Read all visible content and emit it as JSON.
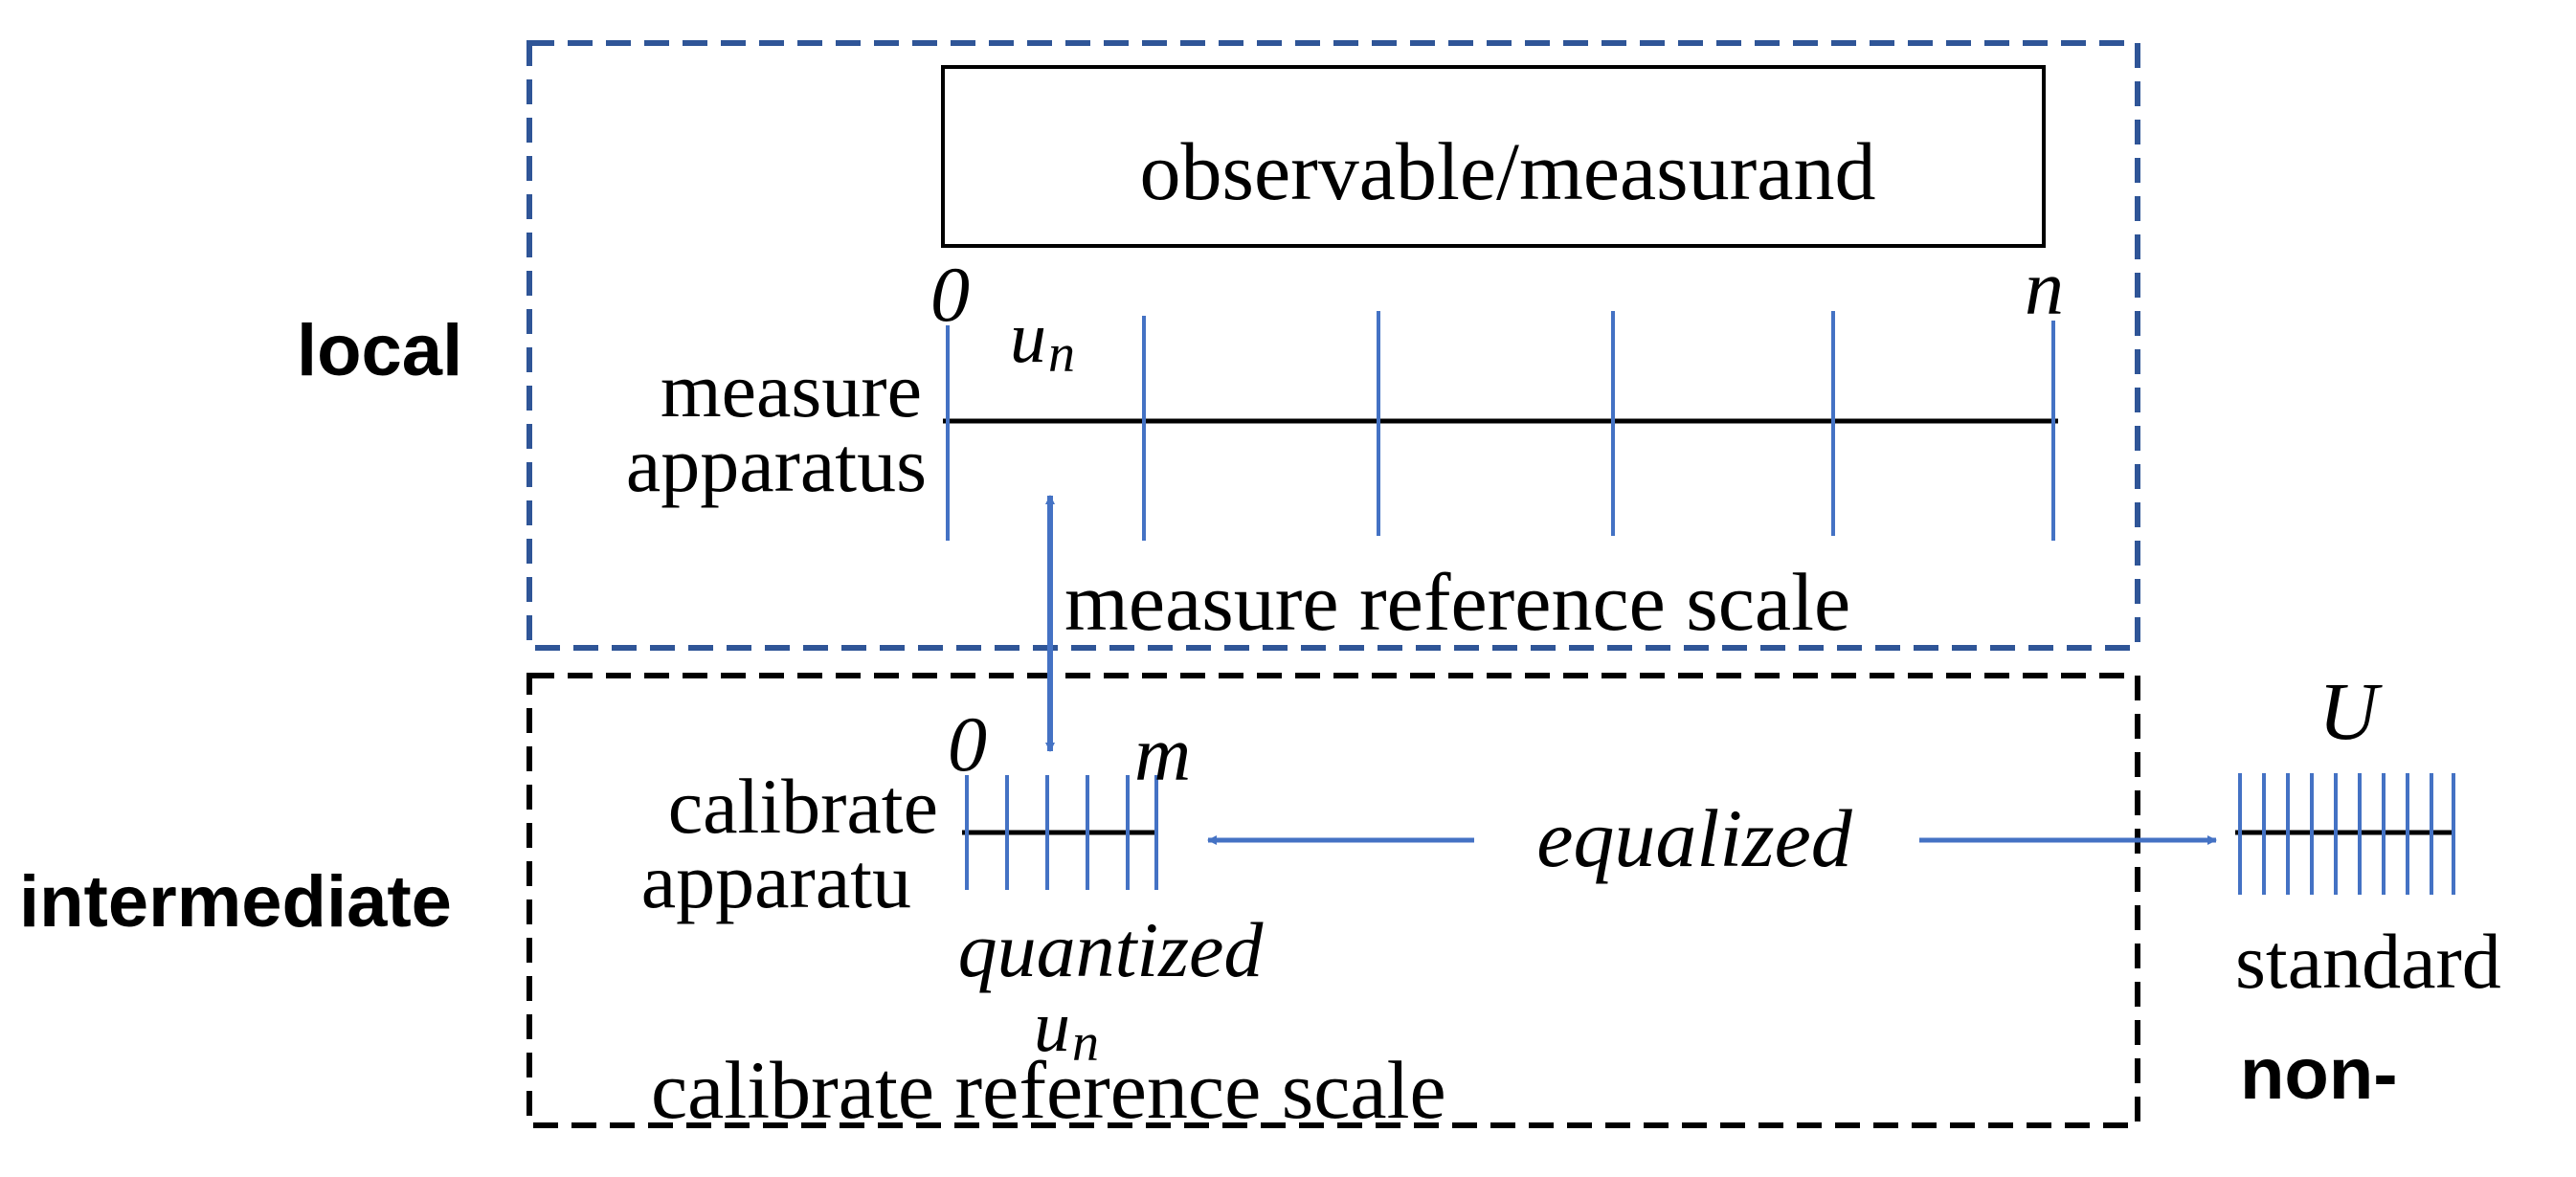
{
  "levels": {
    "local": "local",
    "intermediate": "intermediate",
    "non": "non-"
  },
  "top": {
    "observable_label": "observable/measurand",
    "scale_start": "0",
    "scale_end": "n",
    "unit_label": "u",
    "unit_subscript": "n",
    "apparatus_line1": "measure",
    "apparatus_line2": "apparatus",
    "scale_caption": "measure reference scale"
  },
  "bottom": {
    "scale_start": "0",
    "scale_end": "m",
    "apparatus_line1": "calibrate",
    "apparatus_line2": "apparatu",
    "quantized_label": "quantized",
    "unit_label": "u",
    "unit_subscript": "n",
    "scale_caption": "calibrate reference scale"
  },
  "standard": {
    "unit_label": "U",
    "label": "standard"
  },
  "arrows": {
    "equalized_label": "equalized"
  },
  "colors": {
    "blue_frame": "#2F5597",
    "blue_ticks": "#4472C4",
    "black": "#000000"
  }
}
